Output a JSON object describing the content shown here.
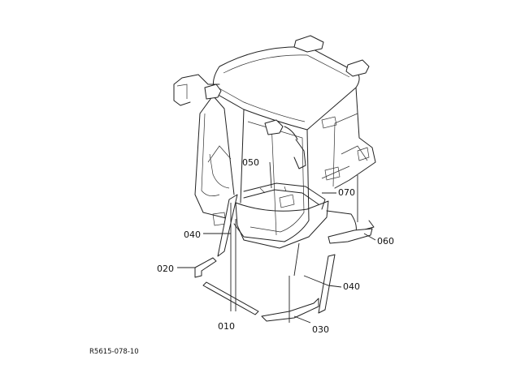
{
  "callouts": {
    "p010": "010",
    "p020": "020",
    "p030": "030",
    "p040a": "040",
    "p040b": "040",
    "p050": "050",
    "p060": "060",
    "p070": "070"
  },
  "reference_code": "R5615-078-10"
}
